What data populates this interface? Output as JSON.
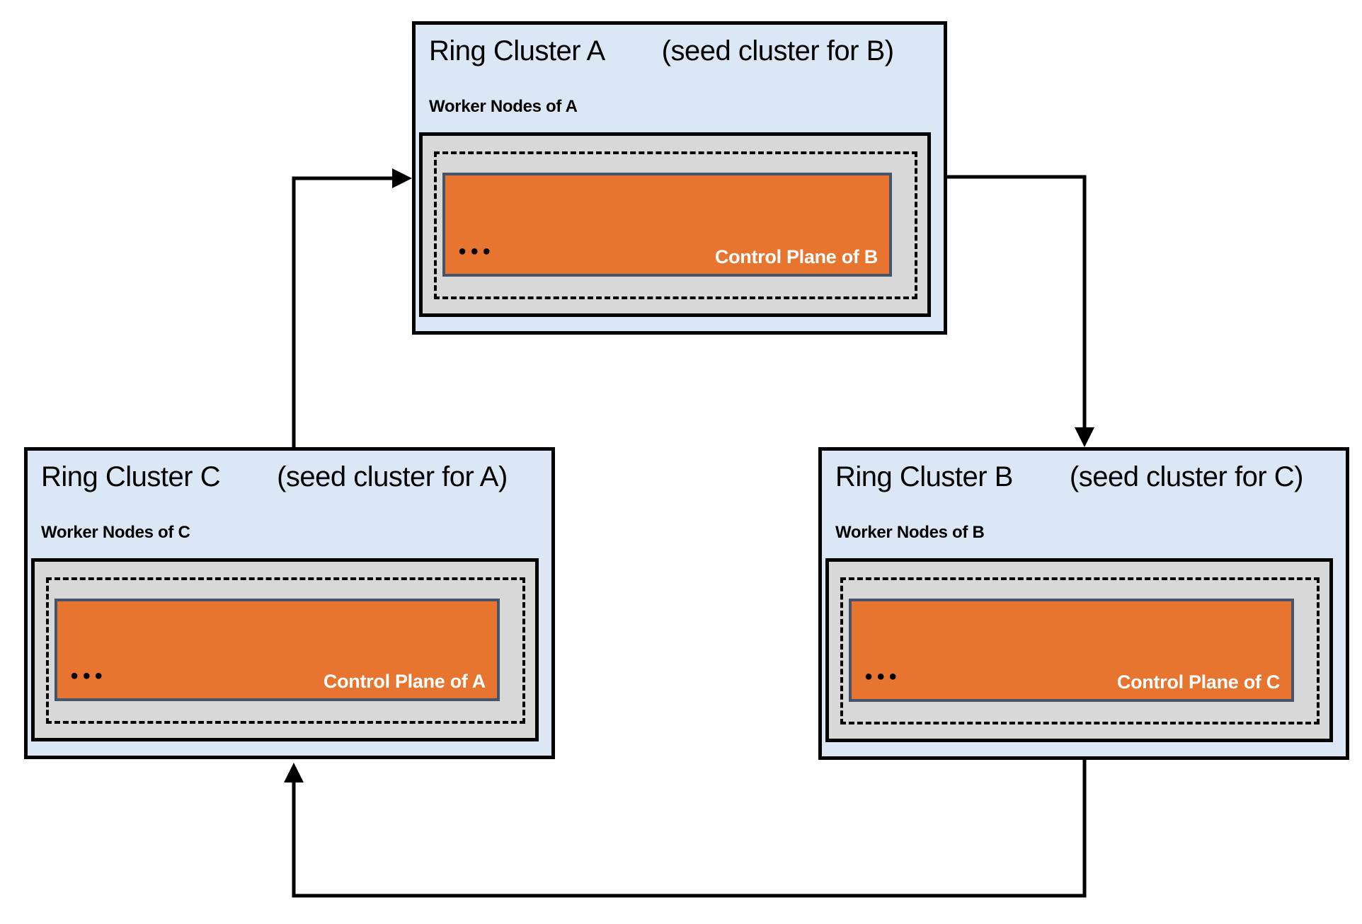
{
  "clusters": {
    "a": {
      "title": "Ring Cluster A",
      "seed_note": "(seed cluster for B)",
      "worker_label": "Worker Nodes of A",
      "dots": "●●●",
      "control_plane_label": "Control Plane of B"
    },
    "b": {
      "title": "Ring Cluster B",
      "seed_note": "(seed cluster for C)",
      "worker_label": "Worker Nodes of B",
      "dots": "●●●",
      "control_plane_label": "Control Plane of C"
    },
    "c": {
      "title": "Ring Cluster C",
      "seed_note": "(seed cluster for A)",
      "worker_label": "Worker Nodes of C",
      "dots": "●●●",
      "control_plane_label": "Control Plane of A"
    }
  },
  "arrows": [
    {
      "name": "arrow-c-to-a",
      "from": "Ring Cluster C",
      "to": "Ring Cluster A"
    },
    {
      "name": "arrow-a-to-b",
      "from": "Ring Cluster A",
      "to": "Ring Cluster B"
    },
    {
      "name": "arrow-b-to-c",
      "from": "Ring Cluster B",
      "to": "Ring Cluster C"
    }
  ],
  "colors": {
    "cluster_fill": "#dbe7f5",
    "node_fill": "#d8d8d8",
    "control_plane_fill": "#e7752f",
    "control_plane_border": "#44546a",
    "line": "#000000"
  }
}
